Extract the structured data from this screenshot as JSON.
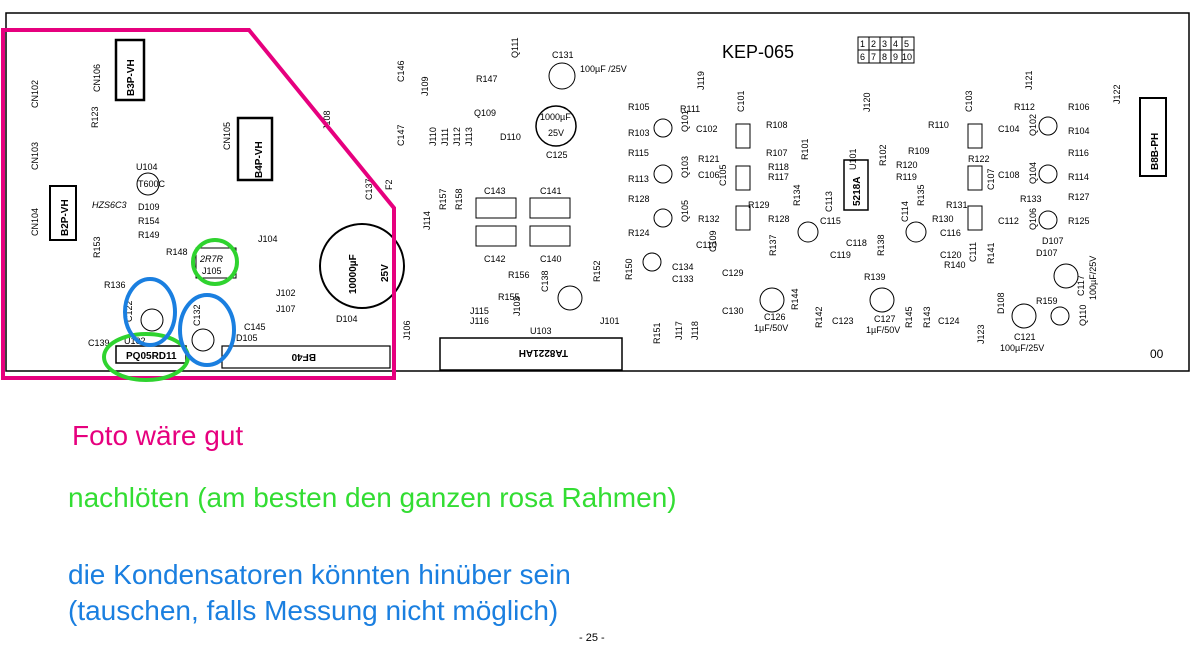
{
  "colors": {
    "board_outline": "#000000",
    "pink_frame": "#e6007e",
    "green_mark": "#2fd32f",
    "blue_mark": "#1a7fe0",
    "text_pink": "#e6007e",
    "text_green": "#33dd33",
    "text_blue": "#1a7fe0"
  },
  "board": {
    "title": "KEP-065",
    "pin_grid_top": [
      "1",
      "2",
      "3",
      "4",
      "5"
    ],
    "pin_grid_bottom": [
      "6",
      "7",
      "8",
      "9",
      "10"
    ],
    "corner_mark": "00",
    "connectors": {
      "b3p": "B3P-VH",
      "b4p": "B4P-VH",
      "b2p": "B2P-VH",
      "b8b": "B8B-PH"
    },
    "ics": {
      "ta": "TA8221AH",
      "bf": "BF40",
      "pq": "PQ05RD11",
      "u5218": "5218A"
    },
    "main_cap": {
      "value": "10000µF",
      "voltage": "25V"
    },
    "cap_c125": {
      "value": "1000µF",
      "voltage": "25V"
    },
    "labels": {
      "cn102": "CN102",
      "cn103": "CN103",
      "cn104": "CN104",
      "cn105": "CN105",
      "cn106": "CN106",
      "r123": "R123",
      "u104": "U104",
      "t600c": "T600C",
      "d109": "D109",
      "hz": "HZS6C3",
      "r154": "R154",
      "r149": "R149",
      "r148": "R148",
      "r153": "R153",
      "r136": "R136",
      "c122": "C122",
      "c132": "C132",
      "c139": "C139",
      "u102": "U102",
      "j105": "J105",
      "j104": "J104",
      "r2r7": "2R7R",
      "j102": "J102",
      "j107": "J107",
      "c145": "C145",
      "d105": "D105",
      "d104": "D104",
      "c137": "C137",
      "c146": "C146",
      "c147": "C147",
      "j109": "J109",
      "j110": "J110",
      "j111": "J111",
      "j112": "J112",
      "j113": "J113",
      "j108": "J108",
      "f2": "F2",
      "q111": "Q111",
      "c131": "C131",
      "c131v": "100µF /25V",
      "r147": "R147",
      "q109": "Q109",
      "d110": "D110",
      "c125": "C125",
      "r157": "R157",
      "r158": "R158",
      "j114": "J114",
      "c143": "C143",
      "c141": "C141",
      "c142": "C142",
      "c140": "C140",
      "r156": "R156",
      "r155": "R155",
      "j115": "J115",
      "j116": "J116",
      "j103": "J103",
      "j106": "J106",
      "u103": "U103",
      "c138": "C138",
      "r152": "R152",
      "j101": "J101",
      "j119": "J119",
      "j120": "J120",
      "j121": "J121",
      "j122": "J122",
      "j123": "J123",
      "u101": "U101",
      "r105": "R105",
      "r103": "R103",
      "r115": "R115",
      "r113": "R113",
      "r128": "R128",
      "r124": "R124",
      "r111": "R111",
      "c101": "C101",
      "c102": "C102",
      "r121": "R121",
      "c106": "C106",
      "c105": "C105",
      "q101": "Q101",
      "q103": "Q103",
      "q105": "Q105",
      "r108": "R108",
      "r107": "R107",
      "r118": "R118",
      "r117": "R117",
      "r101": "R101",
      "r129": "R129",
      "r132": "R132",
      "r134": "R134",
      "c110": "C110",
      "c109": "C109",
      "c115": "C115",
      "c113": "C113",
      "r137": "R137",
      "c119": "C119",
      "c118": "C118",
      "r138": "R138",
      "r139": "R139",
      "c134": "C134",
      "c133": "C133",
      "r150": "R150",
      "r151": "R151",
      "j117": "J117",
      "j118": "J118",
      "c129": "C129",
      "c130": "C130",
      "c126": "C126",
      "c126v": "1µF/50V",
      "r144": "R144",
      "r142": "R142",
      "c123": "C123",
      "c127": "C127",
      "c127v": "1µF/50V",
      "r145": "R145",
      "r143": "R143",
      "c124": "C124",
      "c116": "C116",
      "c114": "C114",
      "c120": "C120",
      "r140": "R140",
      "c111": "C111",
      "r141": "R141",
      "r110": "R110",
      "r109": "R109",
      "r120": "R120",
      "r119": "R119",
      "r135": "R135",
      "r130": "R130",
      "r131": "R131",
      "r102": "R102",
      "c103": "C103",
      "r112": "R112",
      "c104": "C104",
      "r122": "R122",
      "c107": "C107",
      "c108": "C108",
      "c112": "C112",
      "r133": "R133",
      "q102": "Q102",
      "q104": "Q104",
      "q106": "Q106",
      "r106": "R106",
      "r104": "R104",
      "r116": "R116",
      "r114": "R114",
      "r127": "R127",
      "r125": "R125",
      "d107": "D107",
      "d108": "D108",
      "c117": "C117",
      "c117v": "100µF/25V",
      "r159": "R159",
      "q110": "Q110",
      "c121": "C121",
      "c121v": "100µF/25V"
    }
  },
  "notes": {
    "foto": "Foto wäre gut",
    "nachloeten": "nachlöten (am besten den ganzen rosa Rahmen)",
    "kondensatoren": "die Kondensatoren könnten hinüber sein",
    "tauschen": "(tauschen, falls Messung nicht möglich)"
  },
  "page_number": "- 25 -"
}
